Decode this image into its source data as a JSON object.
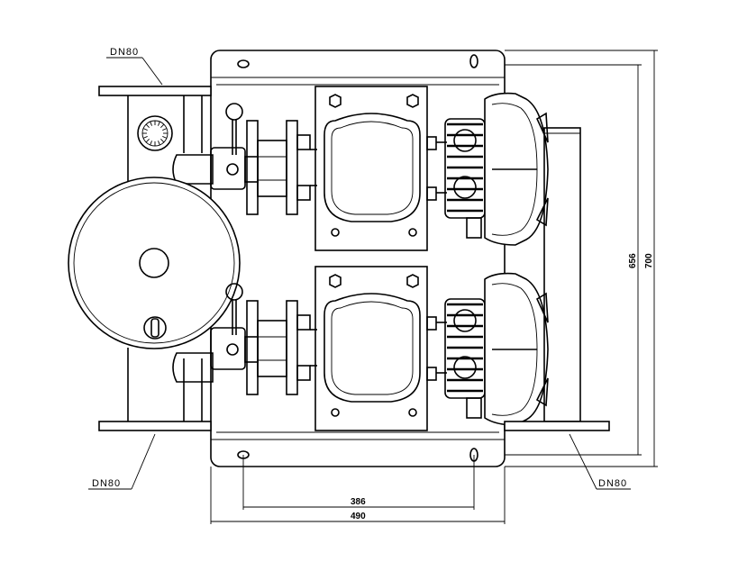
{
  "labels": {
    "pipe_top_left": "DN80",
    "pipe_bottom_left": "DN80",
    "pipe_bottom_right": "DN80"
  },
  "dimensions": {
    "hole_spacing": "386",
    "base_width": "490",
    "inner_height": "656",
    "overall_height": "700"
  }
}
